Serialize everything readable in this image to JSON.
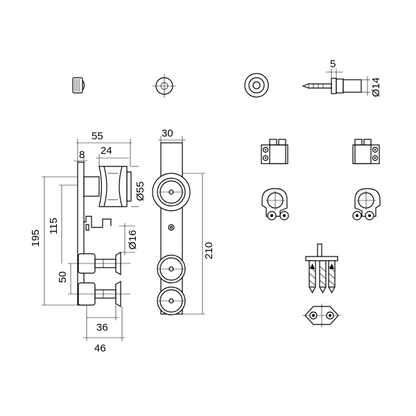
{
  "dimensions": {
    "d55_width": "55",
    "d24": "24",
    "d8": "8",
    "d30": "30",
    "d195": "195",
    "d115": "115",
    "d50": "50",
    "d36": "36",
    "d46": "46",
    "d55_dia": "Ø55",
    "d16_dia": "Ø16",
    "d210": "210",
    "d5": "5",
    "d14_dia": "Ø14"
  }
}
